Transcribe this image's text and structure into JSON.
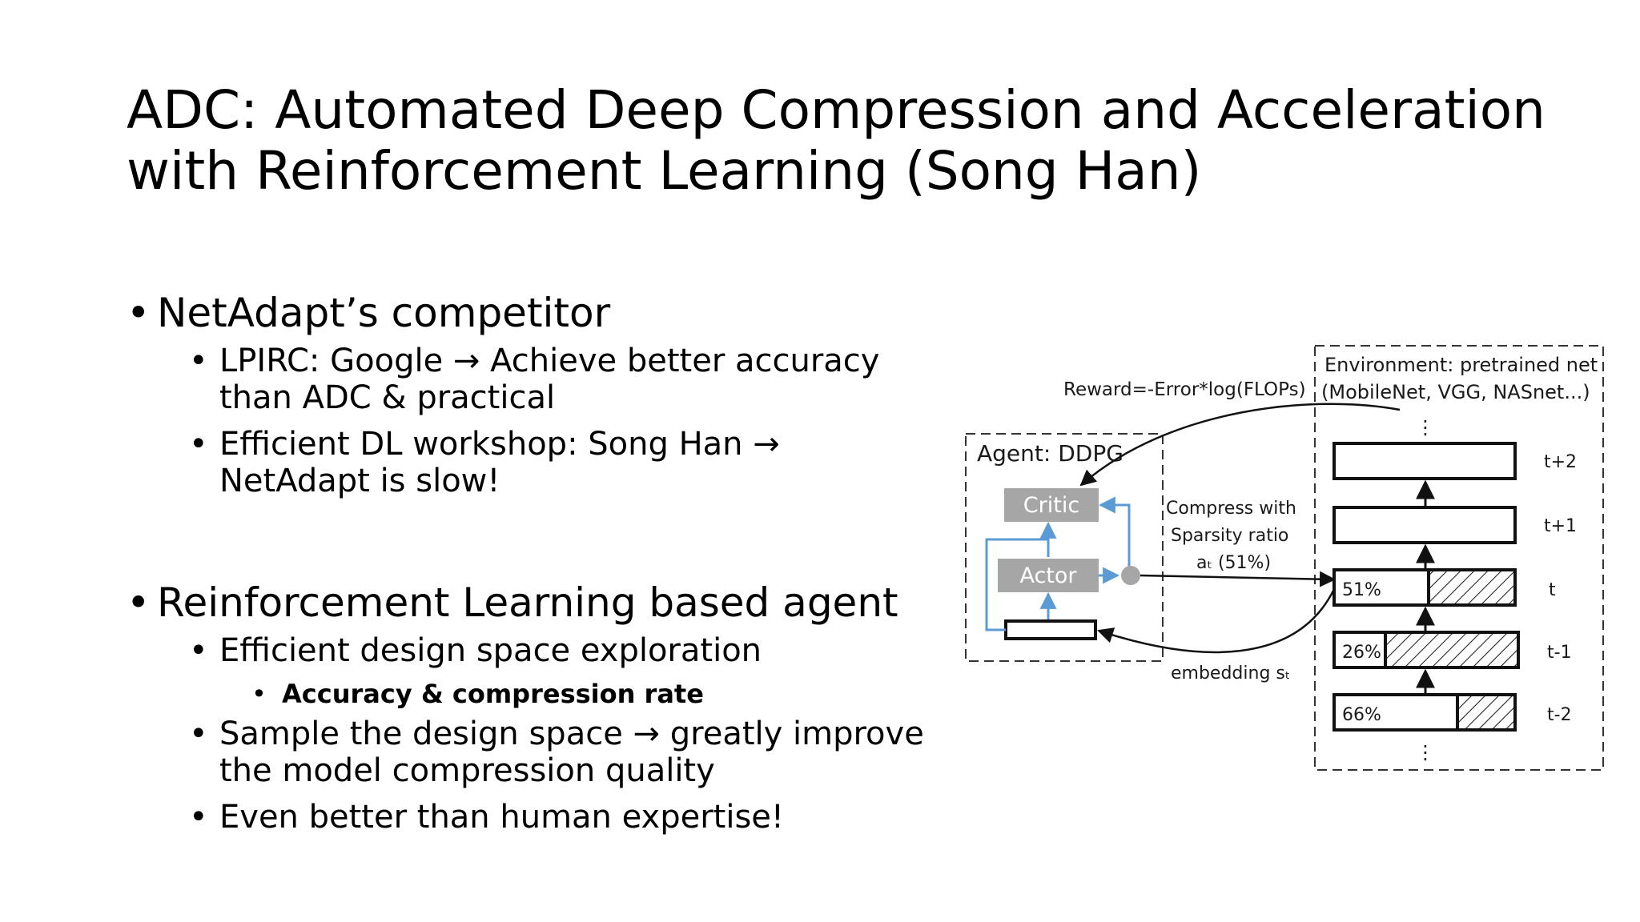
{
  "slide": {
    "title_line1": "ADC: Automated Deep Compression and Acceleration",
    "title_line2": "with Reinforcement Learning (Song Han)"
  },
  "bullets": {
    "b1": "NetAdapt’s competitor",
    "b1_1_line1": "LPIRC: Google → Achieve better accuracy",
    "b1_1_line2": "than ADC & practical",
    "b1_2_line1": "Efficient DL workshop: Song Han →",
    "b1_2_line2": "NetAdapt is slow!",
    "b2": "Reinforcement Learning based agent",
    "b2_1": "Efficient design space exploration",
    "b2_1_1": "Accuracy & compression rate",
    "b2_2_line1": "Sample the design space → greatly improve",
    "b2_2_line2": "the model compression quality",
    "b2_3": "Even better than human expertise!"
  },
  "diagram": {
    "env_label_line1": "Environment: pretrained net",
    "env_label_line2": "(MobileNet, VGG, NASnet...)",
    "reward_label": "Reward=-Error*log(FLOPs)",
    "agent_label": "Agent: DDPG",
    "critic_label": "Critic",
    "actor_label": "Actor",
    "compress_line1": "Compress with",
    "compress_line2": "Sparsity ratio",
    "compress_line3": "aₜ (51%)",
    "embedding_label": "embedding sₜ",
    "layers": [
      {
        "time": "t+2",
        "percent": ""
      },
      {
        "time": "t+1",
        "percent": ""
      },
      {
        "time": "t",
        "percent": "51%"
      },
      {
        "time": "t-1",
        "percent": "26%"
      },
      {
        "time": "t-2",
        "percent": "66%"
      }
    ],
    "colors": {
      "accent_blue": "#5b9bd5",
      "box_gray": "#a6a6a6"
    }
  }
}
